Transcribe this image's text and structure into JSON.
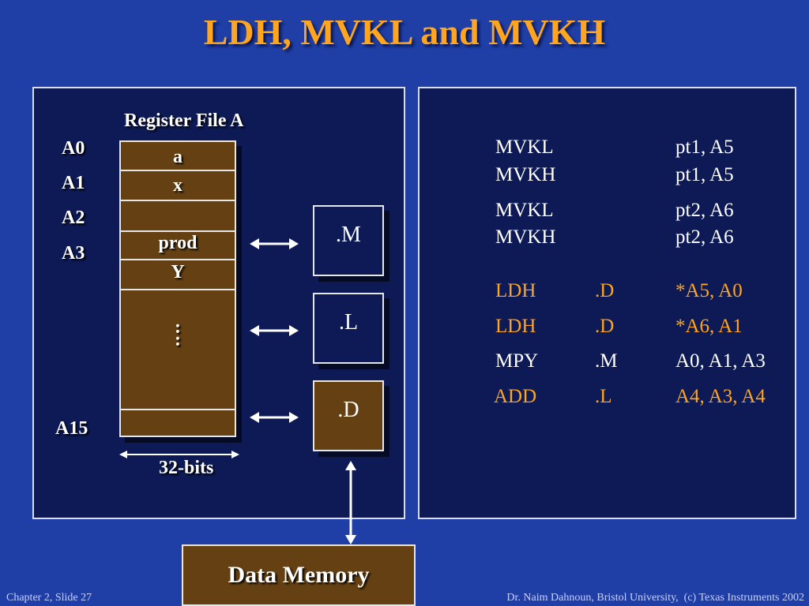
{
  "title": "LDH, MVKL and MVKH",
  "register_file": {
    "label": "Register File A",
    "rows": [
      "a",
      "x",
      "",
      "prod",
      "Y"
    ],
    "dots": ":",
    "width_label": "32-bits"
  },
  "registers": [
    "A0",
    "A1",
    "A2",
    "A3",
    "A15"
  ],
  "units": [
    ".M",
    ".L",
    ".D"
  ],
  "data_memory_label": "Data Memory",
  "code": [
    {
      "op": "MVKL",
      "unit": "",
      "args": "pt1, A5",
      "highlight": false
    },
    {
      "op": "MVKH",
      "unit": "",
      "args": "pt1, A5",
      "highlight": false
    },
    {
      "op": "MVKL",
      "unit": "",
      "args": "pt2, A6",
      "highlight": false
    },
    {
      "op": "MVKH",
      "unit": "",
      "args": "pt2, A6",
      "highlight": false
    },
    {
      "op": "LDH",
      "unit": ".D",
      "args": "*A5, A0",
      "highlight": true
    },
    {
      "op": "LDH",
      "unit": ".D",
      "args": "*A6, A1",
      "highlight": true
    },
    {
      "op": "MPY",
      "unit": ".M",
      "args": "A0, A1, A3",
      "highlight": false
    },
    {
      "op": "ADD",
      "unit": ".L",
      "args": "A4, A3, A4",
      "highlight": true
    }
  ],
  "footer": {
    "left": "Chapter 2, Slide 27",
    "right": "Dr. Naim Dahnoun, Bristol University,  (c) Texas Instruments 2002"
  },
  "colors": {
    "background": "#1f3fa6",
    "panel": "#0d1a55",
    "register_fill": "#654012",
    "accent": "#ffa51f"
  }
}
